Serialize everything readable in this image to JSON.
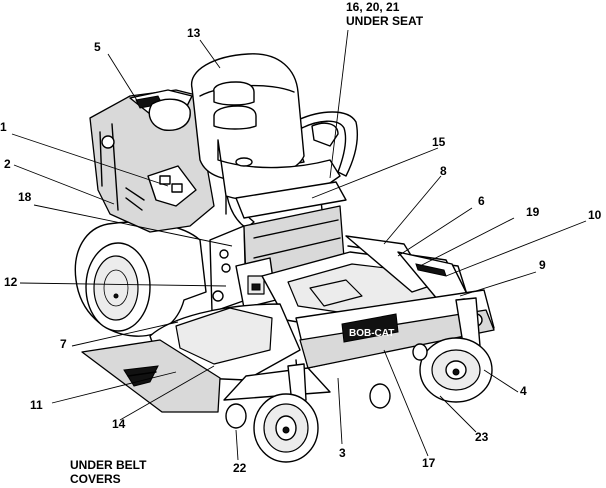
{
  "callouts": [
    {
      "id": "c1",
      "text": "1"
    },
    {
      "id": "c2",
      "text": "2"
    },
    {
      "id": "c3",
      "text": "3"
    },
    {
      "id": "c4",
      "text": "4"
    },
    {
      "id": "c5",
      "text": "5"
    },
    {
      "id": "c6",
      "text": "6"
    },
    {
      "id": "c7",
      "text": "7"
    },
    {
      "id": "c8",
      "text": "8"
    },
    {
      "id": "c9",
      "text": "9"
    },
    {
      "id": "c10",
      "text": "10"
    },
    {
      "id": "c11",
      "text": "11"
    },
    {
      "id": "c12",
      "text": "12"
    },
    {
      "id": "c13",
      "text": "13"
    },
    {
      "id": "c14",
      "text": "14"
    },
    {
      "id": "c15",
      "text": "15"
    },
    {
      "id": "c16",
      "text": "16, 20, 21"
    },
    {
      "id": "c17",
      "text": "17"
    },
    {
      "id": "c18",
      "text": "18"
    },
    {
      "id": "c19",
      "text": "19"
    },
    {
      "id": "c22",
      "text": "22"
    },
    {
      "id": "c23",
      "text": "23"
    }
  ],
  "notes": {
    "under_seat": "UNDER SEAT",
    "under_belt_line1": "UNDER BELT",
    "under_belt_line2": "COVERS"
  },
  "brand": {
    "deck_logo": "BOB-CAT"
  }
}
